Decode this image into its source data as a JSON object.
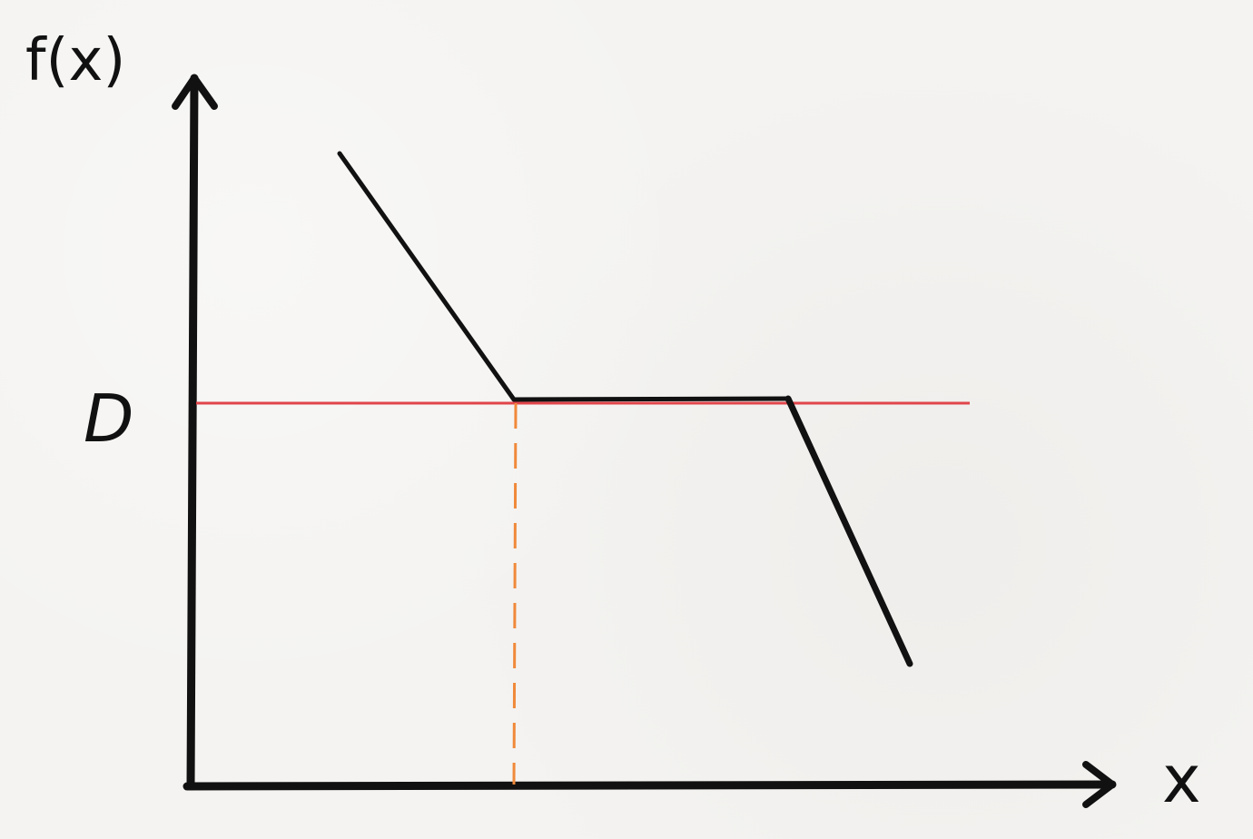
{
  "labels": {
    "y_axis": "f(x)",
    "x_axis": "x",
    "level": "D"
  },
  "colors": {
    "ink": "#111111",
    "threshold_line": "#e0454a",
    "guide_line": "#f0893a",
    "background": "#f4f3f1"
  }
}
